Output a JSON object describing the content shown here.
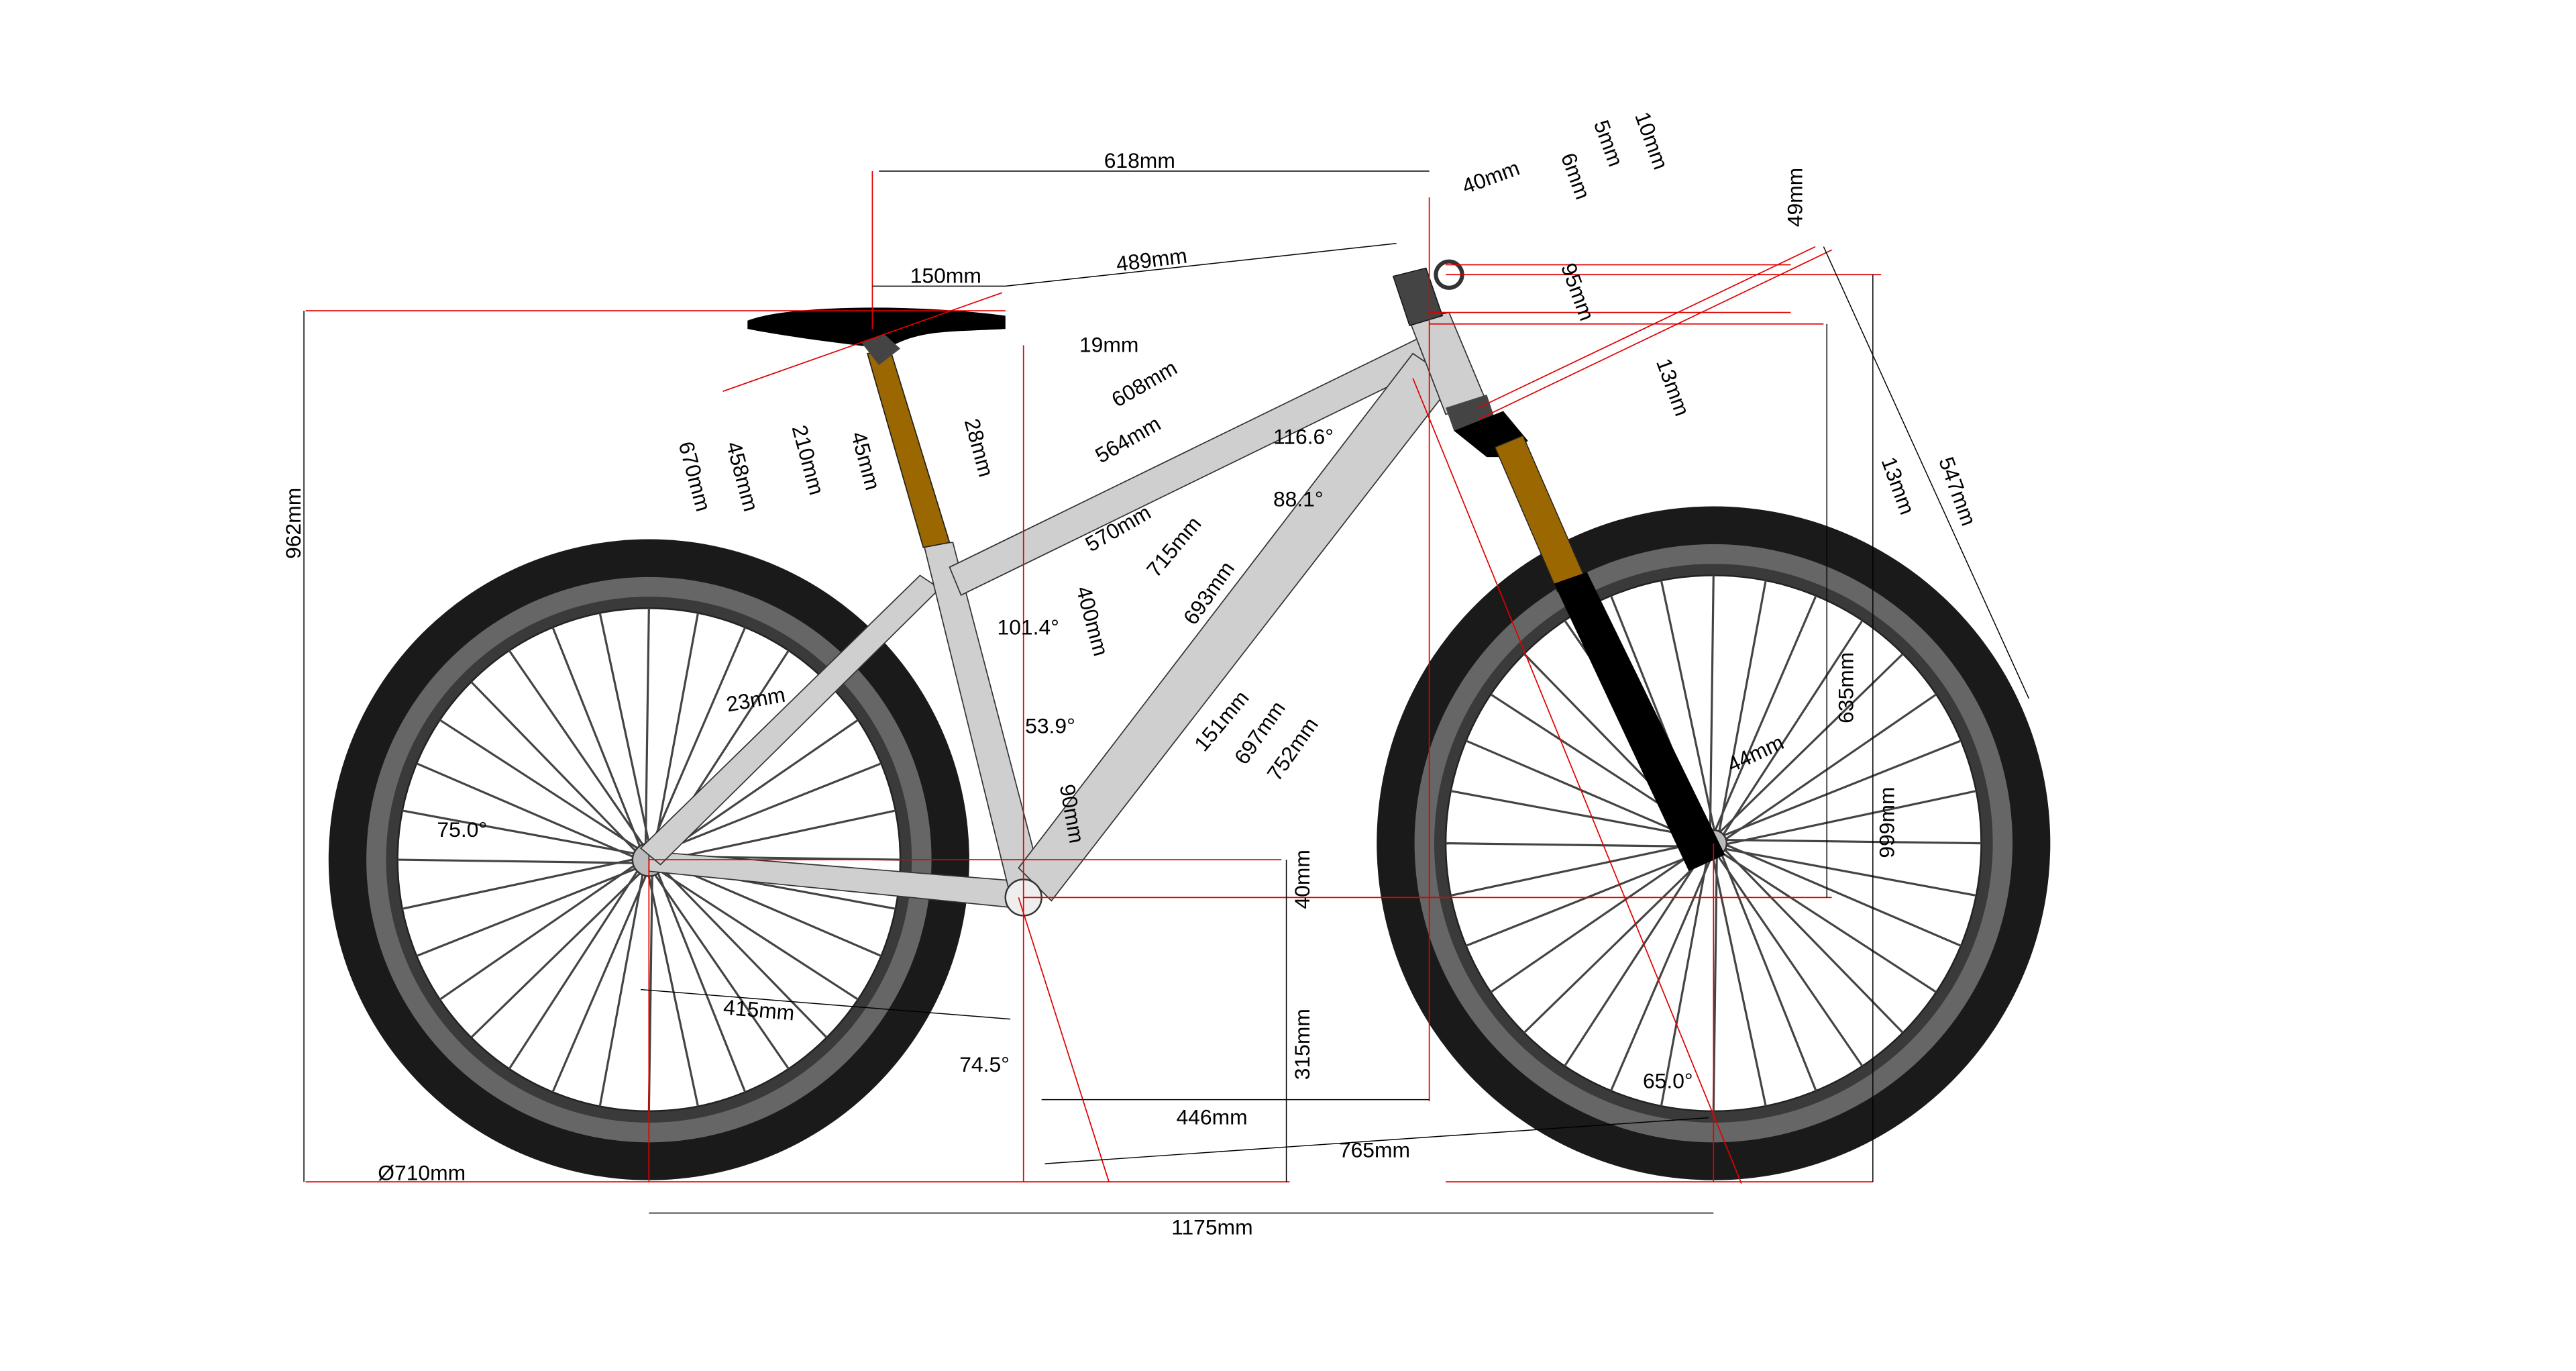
{
  "diagram": {
    "title": "Bicycle geometry",
    "colors": {
      "frame": "#cfcfcf",
      "tire": "#1a1a1a",
      "tire_wall": "#666666",
      "seatpost": "#9a6700",
      "fork_upper": "#9a6700",
      "dimension_lines": "#e00000"
    },
    "labels": {
      "top_offset": "618mm",
      "saddle_setback": "150mm",
      "reach_saddle": "489mm",
      "stem_length": "40mm",
      "seat_offset": "19mm",
      "top_608": "608mm",
      "top_564": "564mm",
      "d28": "28mm",
      "d45": "45mm",
      "d210": "210mm",
      "d458": "458mm",
      "d670": "670mm",
      "saddle_height": "962mm",
      "angle_116": "116.6°",
      "angle_88": "88.1°",
      "d570": "570mm",
      "d715": "715mm",
      "d693": "693mm",
      "angle_101": "101.4°",
      "seat_tube": "400mm",
      "d23": "23mm",
      "angle_53": "53.9°",
      "d151": "151mm",
      "d697": "697mm",
      "d752": "752mm",
      "d90": "90mm",
      "angle_75": "75.0°",
      "bb_drop": "40mm",
      "chainstay": "415mm",
      "bb_height": "315mm",
      "seat_angle": "74.5°",
      "head_angle": "65.0°",
      "reach": "446mm",
      "front_center": "765mm",
      "wheel_diameter": "Ø710mm",
      "wheelbase": "1175mm",
      "d5": "5mm",
      "d10": "10mm",
      "d6": "6mm",
      "d95": "95mm",
      "d13a": "13mm",
      "d49": "49mm",
      "d13b": "13mm",
      "fork_length": "547mm",
      "stack": "635mm",
      "fork_offset": "44mm",
      "bar_height": "999mm"
    }
  }
}
